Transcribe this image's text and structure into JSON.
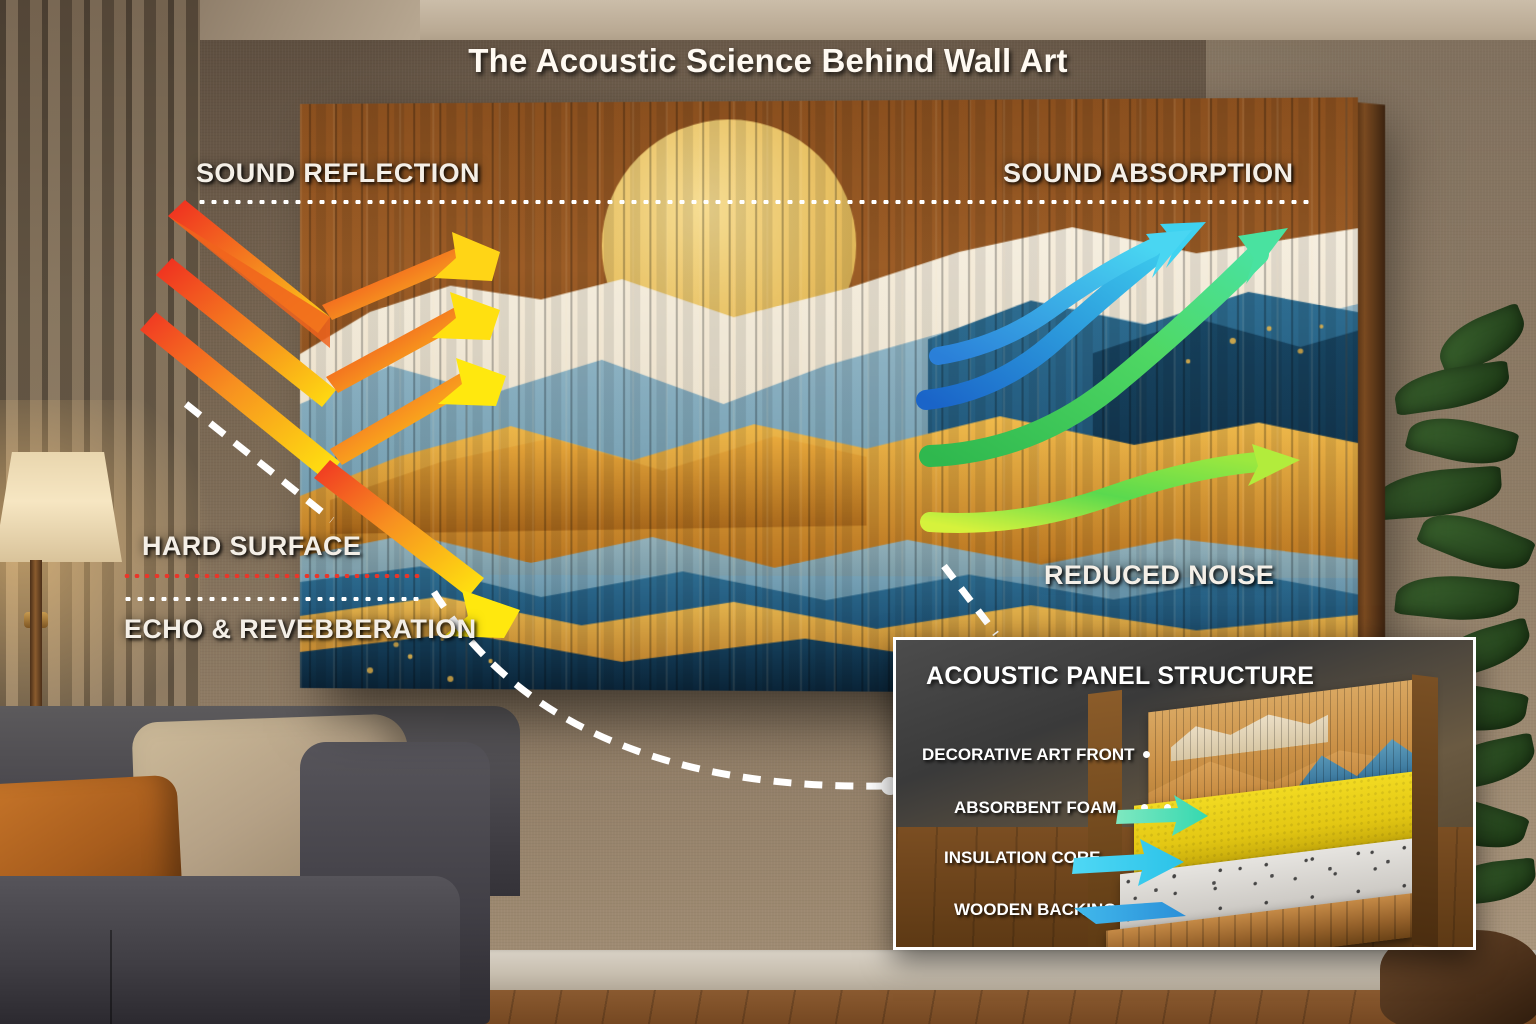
{
  "title": "The Acoustic Science Behind Wall Art",
  "labels": {
    "sound_reflection": "SOUND REFLECTION",
    "sound_absorption": "SOUND ABSORPTION",
    "hard_surface": "HARD SURFACE",
    "echo_reverberation": "ECHO & REVEBBERATION",
    "reduced_noise": "REDUCED NOISE"
  },
  "inset": {
    "title": "ACOUSTIC PANEL STRUCTURE",
    "layers": [
      {
        "label": "DECORATIVE ART FRONT",
        "color": "#c98f45",
        "dots": 1
      },
      {
        "label": "ABSORBENT FOAM",
        "color": "#e3c713",
        "dots": 2
      },
      {
        "label": "INSULATION CORE",
        "color": "#cfccc7",
        "dots": 0
      },
      {
        "label": "WOODEN BACKING",
        "color": "#96622b",
        "dots": 0
      }
    ]
  },
  "colors": {
    "reflection_start": "#ef2b20",
    "reflection_mid": "#f58a1f",
    "reflection_end": "#ffe010",
    "absorption_blue_start": "#1a64c8",
    "absorption_blue_end": "#3fd2f0",
    "absorption_green_start": "#2fc84e",
    "absorption_green_end": "#d6f23c",
    "label_text": "#f4efe7",
    "hard_surface_rule": "#e8362a",
    "callout_line": "#ffffff",
    "inset_border": "#ffffff",
    "wall": "#7d6b56",
    "canvas_wood": "#8a4f1e"
  },
  "scene": {
    "room_items": [
      "curtain",
      "floor-lamp",
      "sofa",
      "tan-pillow",
      "rust-pillow",
      "potted-plant",
      "baseboard",
      "wood-floor"
    ]
  }
}
